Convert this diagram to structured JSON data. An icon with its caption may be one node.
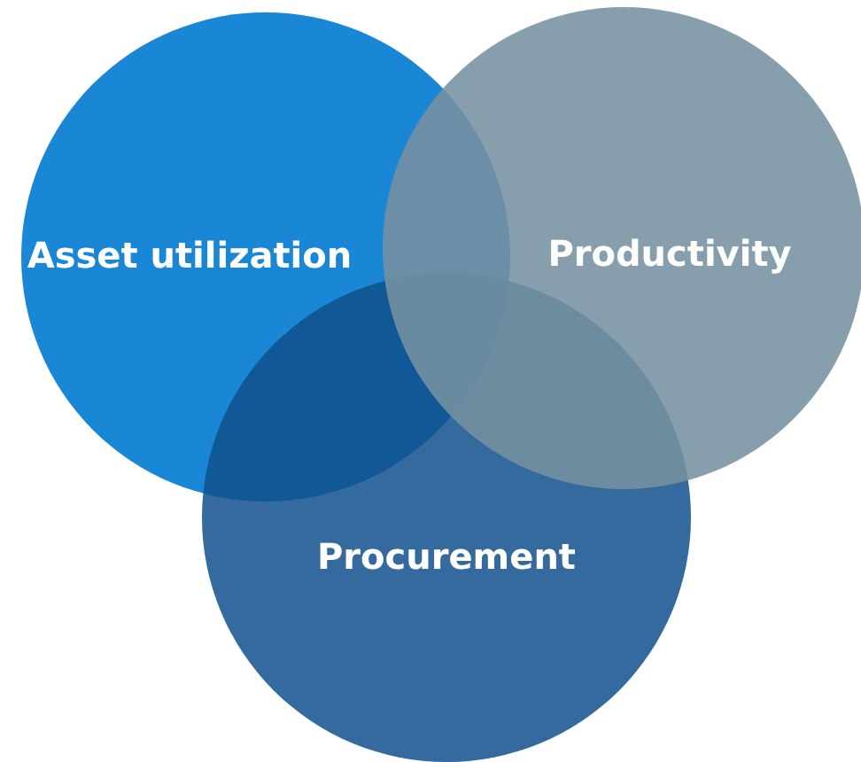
{
  "diagram": {
    "nodes": [
      {
        "text": [
          "Asset utilization"
        ]
      },
      {
        "text": [
          "Productivity"
        ]
      },
      {
        "text": [
          "Procurement"
        ]
      }
    ]
  }
}
